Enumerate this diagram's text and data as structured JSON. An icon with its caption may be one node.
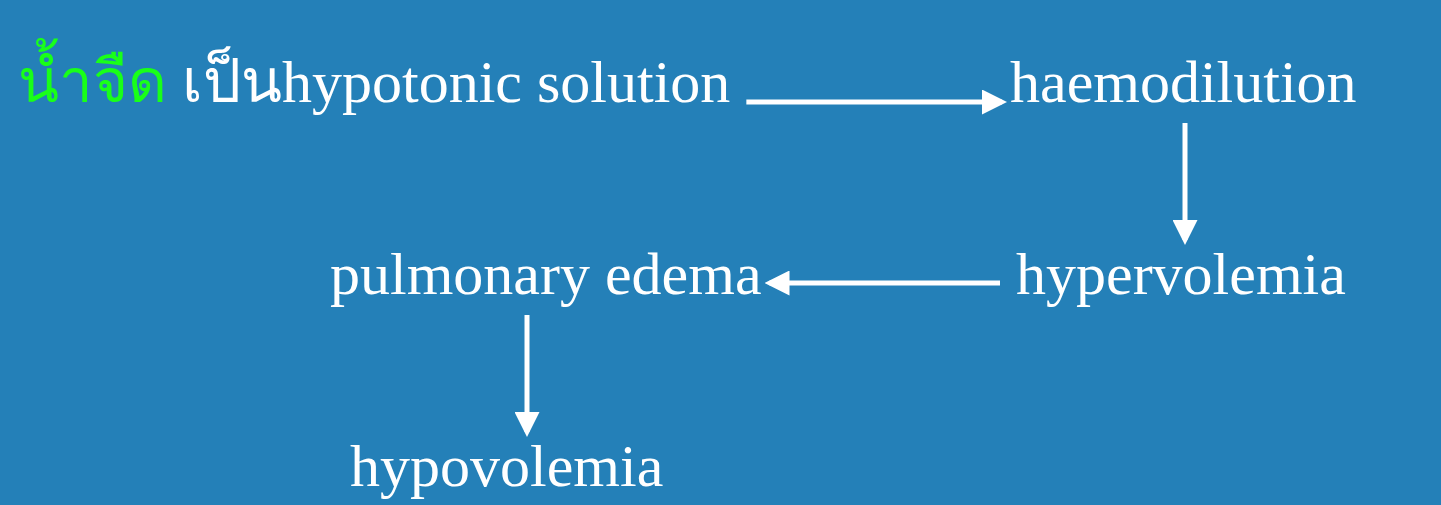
{
  "diagram": {
    "nodes": [
      {
        "text": [
          "น้ำจืด",
          "เป็นhypotonic solution"
        ]
      },
      {
        "text": [
          "haemodilution"
        ]
      },
      {
        "text": [
          "hypervolemia"
        ]
      },
      {
        "text": [
          "pulmonary edema"
        ]
      },
      {
        "text": [
          "hypovolemia"
        ]
      }
    ],
    "edges": [
      {
        "from": 0,
        "to": 1,
        "arrow": "to"
      },
      {
        "from": 1,
        "to": 2,
        "arrow": "to"
      },
      {
        "from": 2,
        "to": 3,
        "arrow": "to"
      },
      {
        "from": 3,
        "to": 4,
        "arrow": "to"
      }
    ]
  }
}
